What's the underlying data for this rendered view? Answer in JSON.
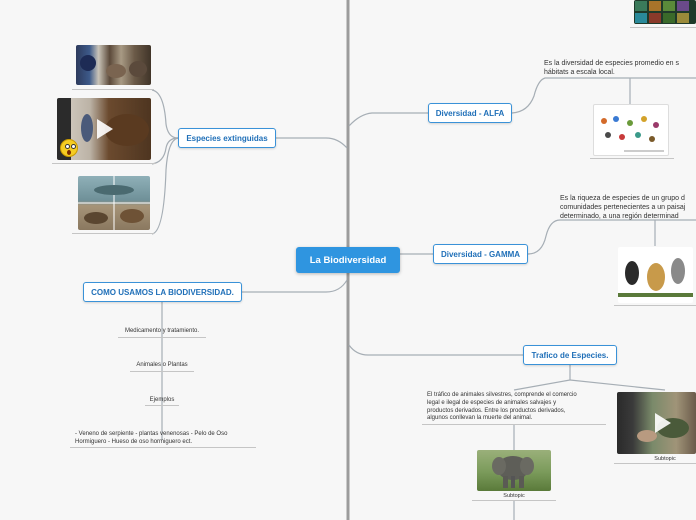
{
  "root": {
    "label": "La Biodiversidad"
  },
  "branches": {
    "extinct": {
      "label": "Especies extinguidas"
    },
    "alfa": {
      "label": "Diversidad - ALFA",
      "description_l1": "Es la diversidad de especies promedio en s",
      "description_l2": "hábitats a escala local."
    },
    "gamma": {
      "label": "Diversidad - GAMMA",
      "description_l1": "Es la riqueza de especies de un grupo d",
      "description_l2": "comunidades pertenecientes a un paisaj",
      "description_l3": "determinado, a una región determinad"
    },
    "trafico": {
      "label": "Trafico de Especies.",
      "description_l1": "El tráfico de animales silvestres, comprende el comercio",
      "description_l2": "legal e ilegal de especies de animales salvajes y",
      "description_l3": "productos derivados. Entre los productos derivados,",
      "description_l4": "algunos conllevan la muerte del animal.",
      "subtopic_1": "Subtopic",
      "subtopic_2": "Subtopic"
    },
    "usos": {
      "label": "COMO USAMOS LA BIODIVERSIDAD.",
      "item_1": "Medicamento y tratamiento.",
      "item_2": "Animales  o Plantas",
      "item_3": "Ejemplos",
      "item_4_l1": "- Veneno de serpiente - plantas venenosas - Pelo de Oso",
      "item_4_l2": "Hormiguero - Hueso de oso hormiguero ect."
    }
  },
  "colors": {
    "accent": "#2f95e0",
    "line": "#9aa4ad",
    "divider": "#9a9a9a"
  }
}
